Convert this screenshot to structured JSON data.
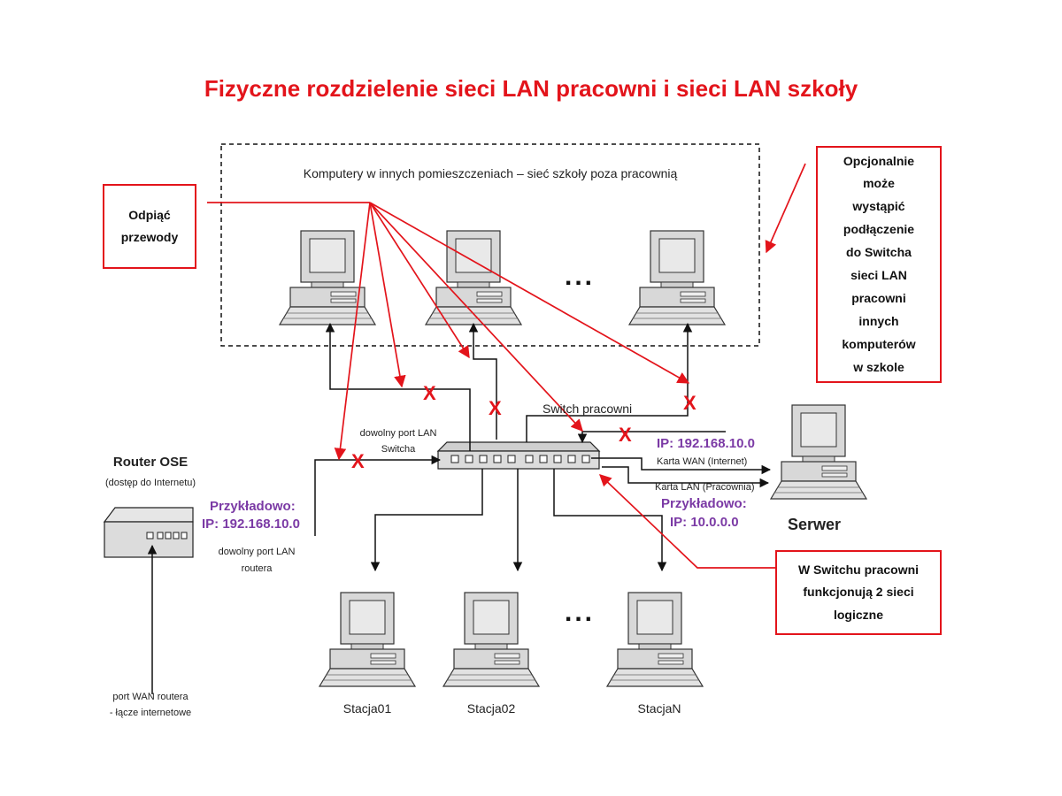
{
  "title": "Fizyczne rozdzielenie sieci LAN pracowni i sieci LAN szkoły",
  "school_area": {
    "label": "Komputery w innych pomieszczeniach – sieć szkoły poza pracownią"
  },
  "callouts": {
    "unplug": "Odpiąć\nprzewody",
    "optional": "Opcjonalnie\nmoże\nwystąpić\npodłączenie\ndo Switcha\nsieci LAN\npracowni\ninnych\nkomputerów\nw szkole",
    "logical": "W Switchu pracowni\nfunkcjonują 2 sieci\nlogiczne"
  },
  "switch": {
    "label": "Switch pracowni",
    "any_port_line1": "dowolny port LAN",
    "any_port_line2": "Switcha"
  },
  "router": {
    "title": "Router OSE",
    "subtitle": "(dostęp do Internetu)",
    "example_label": "Przykładowo:",
    "ip": "IP: 192.168.10.0",
    "lan_port_line1": "dowolny port LAN",
    "lan_port_line2": "routera",
    "wan_port_line1": "port WAN routera",
    "wan_port_line2": "- łącze internetowe"
  },
  "server": {
    "label": "Serwer",
    "wan_ip": "IP: 192.168.10.0",
    "wan_card": "Karta WAN (Internet)",
    "lan_card": "Karta LAN (Pracownia)",
    "example_label": "Przykładowo:",
    "lan_ip": "IP: 10.0.0.0"
  },
  "stations": [
    "Stacja01",
    "Stacja02",
    "StacjaN"
  ],
  "ellipsis": "...",
  "x_mark": "X",
  "colors": {
    "red": "#e3141b",
    "purple": "#7b3aa5",
    "black": "#111111",
    "device_fill": "#dcdcdc"
  }
}
